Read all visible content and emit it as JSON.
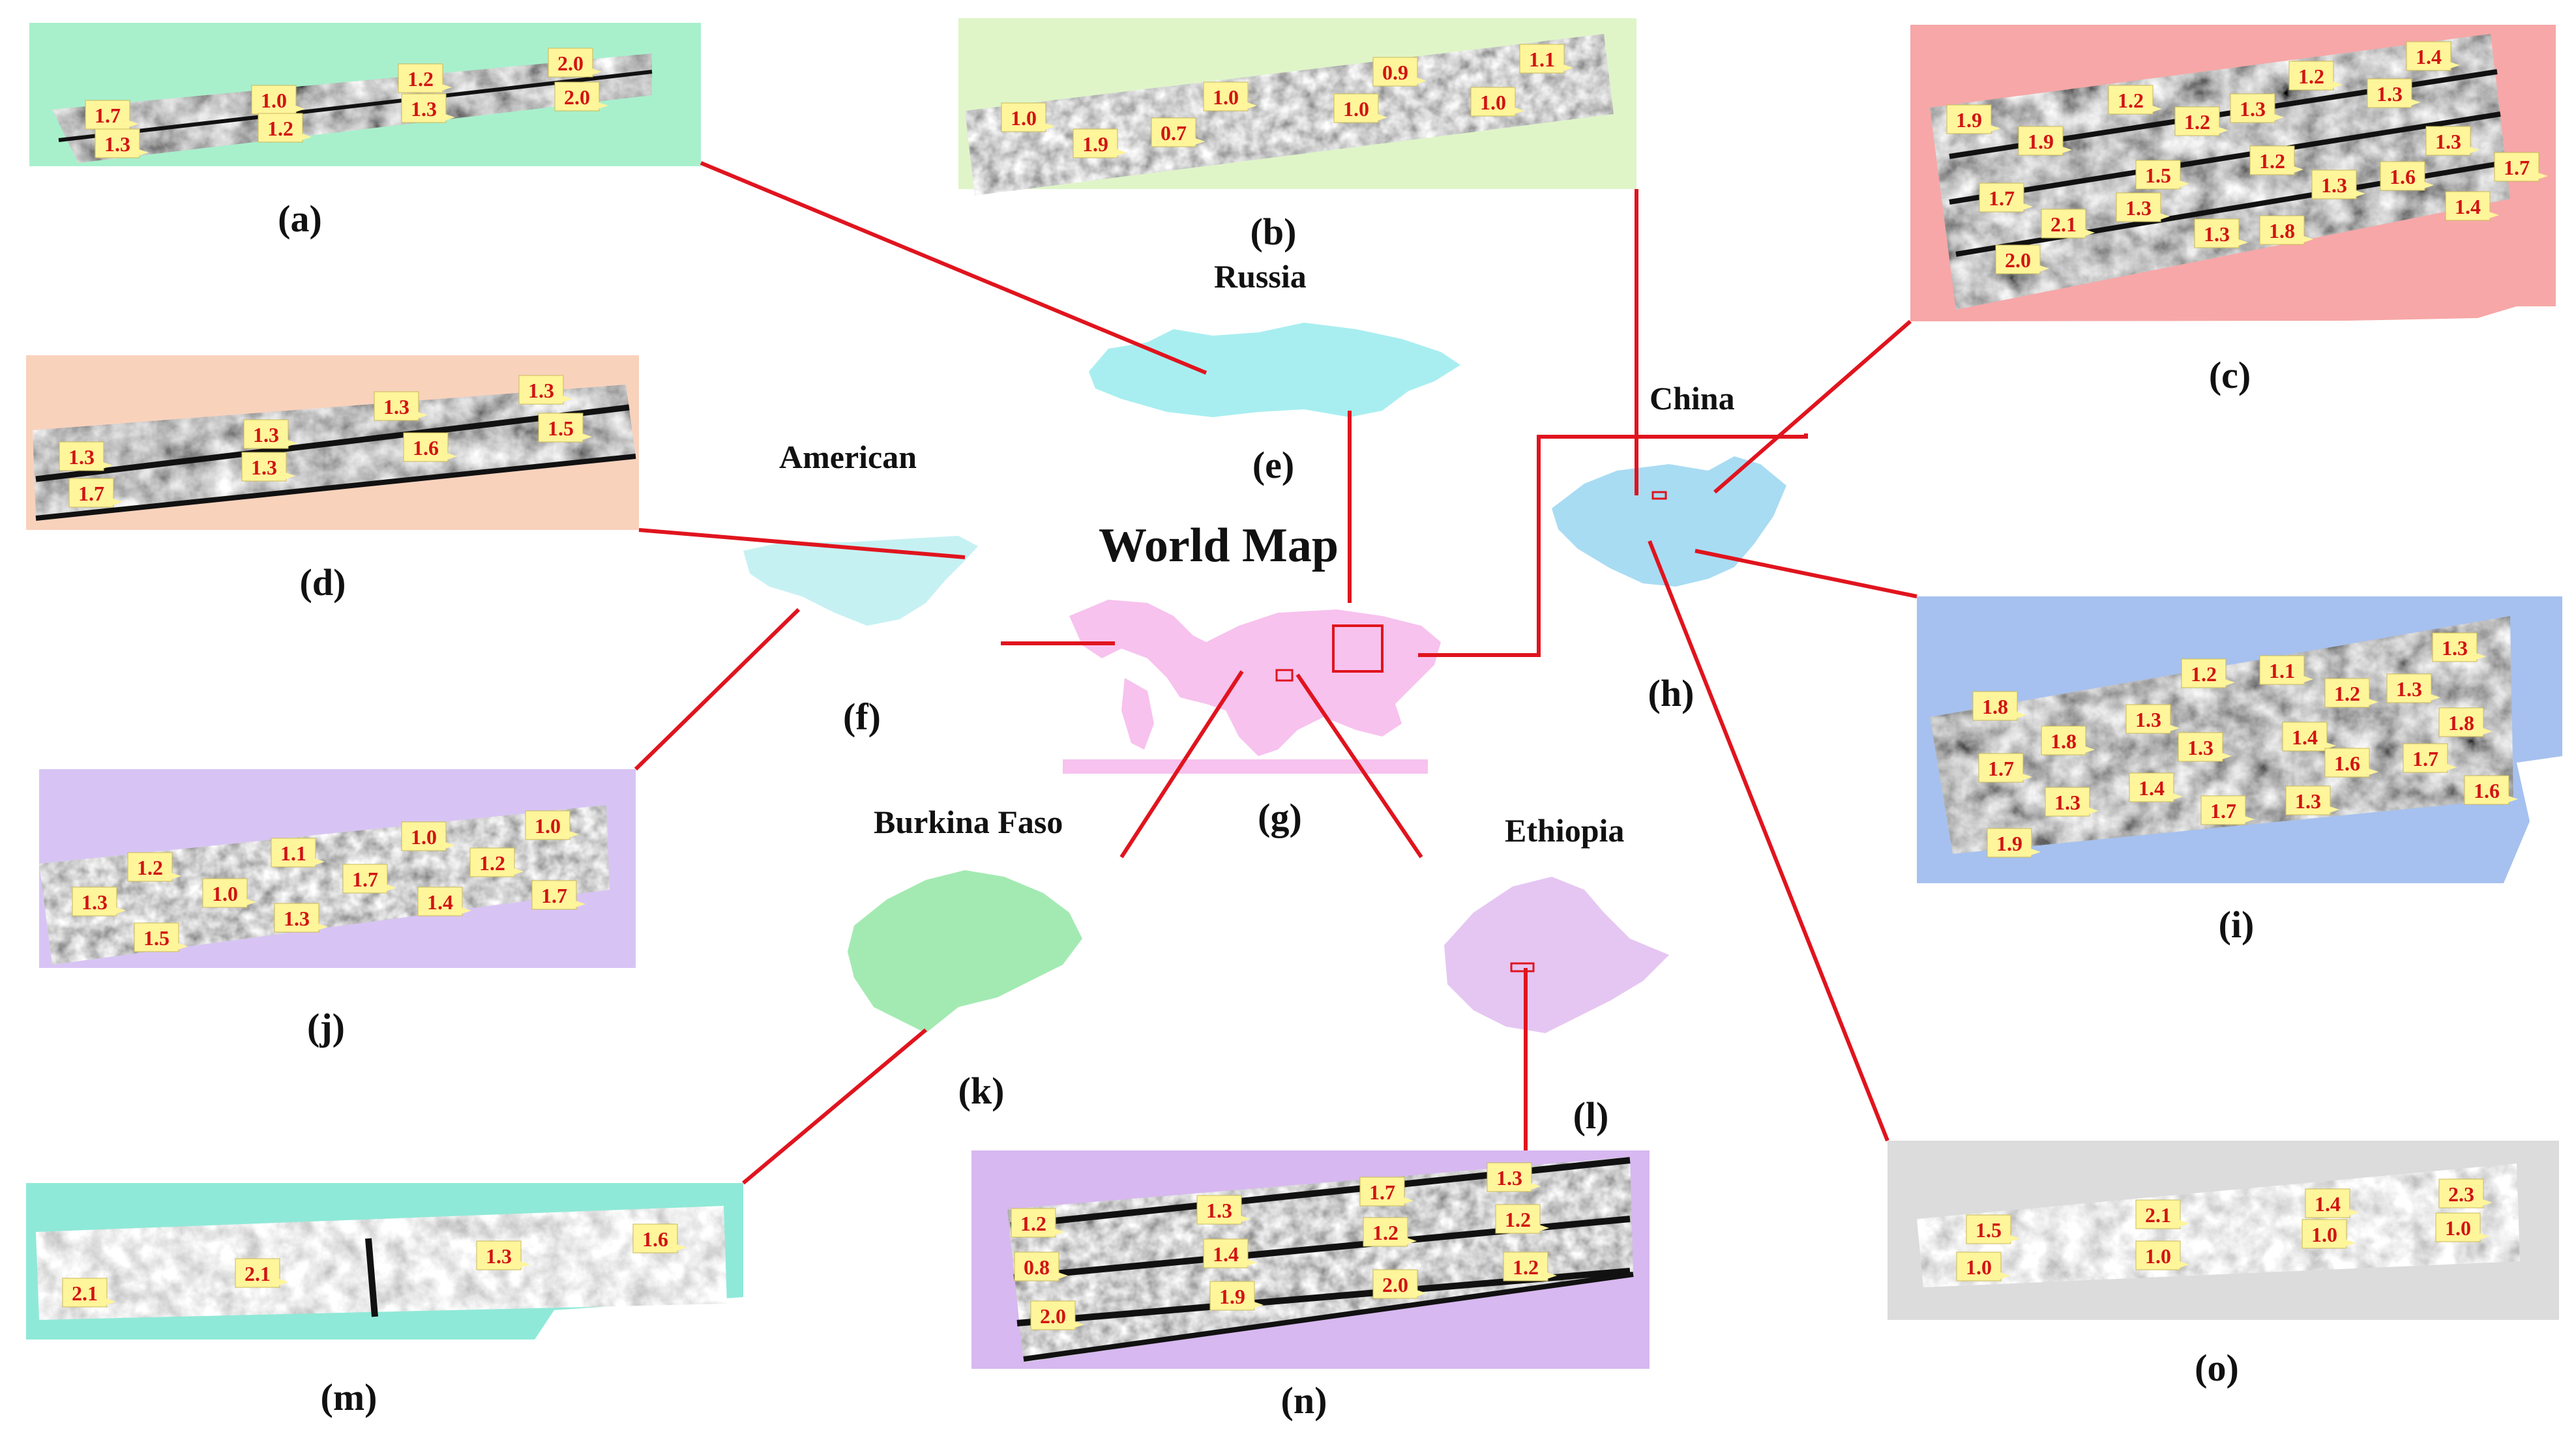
{
  "title": "World Map",
  "regions": {
    "russia": "Russia",
    "china": "China",
    "american": "American",
    "burkina_faso": "Burkina Faso",
    "ethiopia": "Ethiopia"
  },
  "panel_labels": {
    "a": "(a)",
    "b": "(b)",
    "c": "(c)",
    "d": "(d)",
    "e": "(e)",
    "f": "(f)",
    "g": "(g)",
    "h": "(h)",
    "i": "(i)",
    "j": "(j)",
    "k": "(k)",
    "l": "(l)",
    "m": "(m)",
    "n": "(n)",
    "o": "(o)"
  },
  "colors": {
    "connector": "#e0141e",
    "tag_fill": "#fff59a",
    "tag_text": "#d21414",
    "panel_a_bg": "#a8f0cc",
    "panel_b_bg": "#dff5c8",
    "panel_c_bg": "#f7a7a7",
    "panel_d_bg": "#f9d2bc",
    "panel_i_bg": "#a6c1ef",
    "panel_j_bg": "#d8c4f4",
    "panel_m_bg": "#8fe9d8",
    "panel_n_bg": "#d7b8f0",
    "panel_o_bg": "#dcdcdc",
    "russia_map": "#a8eef0",
    "american_map": "#c6f1f3",
    "china_map": "#a8dcf3",
    "world_map": "#f7c2ee",
    "burkina_map": "#a3eab2",
    "ethiopia_map": "#e5c6f2"
  },
  "panel_values": {
    "a": [
      "1.7",
      "1.3",
      "1.0",
      "1.2",
      "1.2",
      "1.3",
      "2.0",
      "2.0"
    ],
    "b": [
      "1.0",
      "1.9",
      "0.7",
      "1.0",
      "1.0",
      "0.9",
      "1.0",
      "1.1"
    ],
    "c": [
      "1.9",
      "1.9",
      "1.2",
      "1.2",
      "1.3",
      "1.2",
      "1.3",
      "1.4",
      "1.3",
      "1.7",
      "1.5",
      "1.2",
      "1.3",
      "1.6",
      "1.3",
      "2.1",
      "1.3",
      "1.8",
      "1.4",
      "1.7",
      "2.0"
    ],
    "d": [
      "1.3",
      "1.7",
      "1.3",
      "1.3",
      "1.3",
      "1.6",
      "1.3",
      "1.5"
    ],
    "i": [
      "1.8",
      "1.8",
      "1.2",
      "1.1",
      "1.2",
      "1.3",
      "1.3",
      "1.3",
      "1.3",
      "1.4",
      "1.8",
      "1.7",
      "1.6",
      "1.4",
      "1.3",
      "1.7",
      "1.7",
      "1.3",
      "1.6",
      "1.9"
    ],
    "j": [
      "1.3",
      "1.2",
      "1.5",
      "1.1",
      "1.0",
      "1.3",
      "1.7",
      "1.0",
      "1.4",
      "1.2",
      "1.0",
      "1.7"
    ],
    "m": [
      "2.1",
      "2.1",
      "1.3",
      "1.6"
    ],
    "n": [
      "1.2",
      "0.8",
      "2.0",
      "1.3",
      "1.4",
      "1.9",
      "1.7",
      "1.2",
      "2.0",
      "1.3",
      "1.2",
      "1.2"
    ],
    "o": [
      "1.5",
      "1.0",
      "2.1",
      "1.0",
      "1.4",
      "1.0",
      "2.3",
      "1.0"
    ]
  }
}
